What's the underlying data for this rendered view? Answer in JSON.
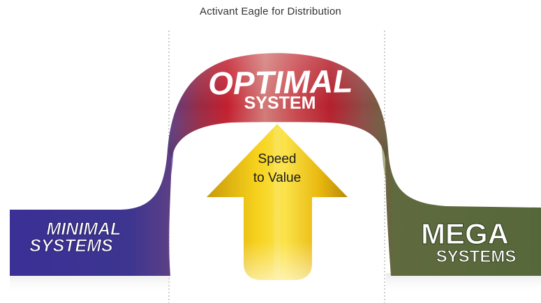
{
  "title": "Activant Eagle for Distribution",
  "optimal": {
    "line1": "OPTIMAL",
    "line2": "SYSTEM"
  },
  "arrow": {
    "line1": "Speed",
    "line2": "to Value"
  },
  "minimal": {
    "line1": "MINIMAL",
    "line2": "SYSTEMS"
  },
  "mega": {
    "line1": "MEGA",
    "line2": "SYSTEMS"
  },
  "colors": {
    "minimal": "#3b2f8f",
    "optimal": "#b5232f",
    "mega": "#5a6b3a",
    "arrow": "#f2c40f"
  }
}
